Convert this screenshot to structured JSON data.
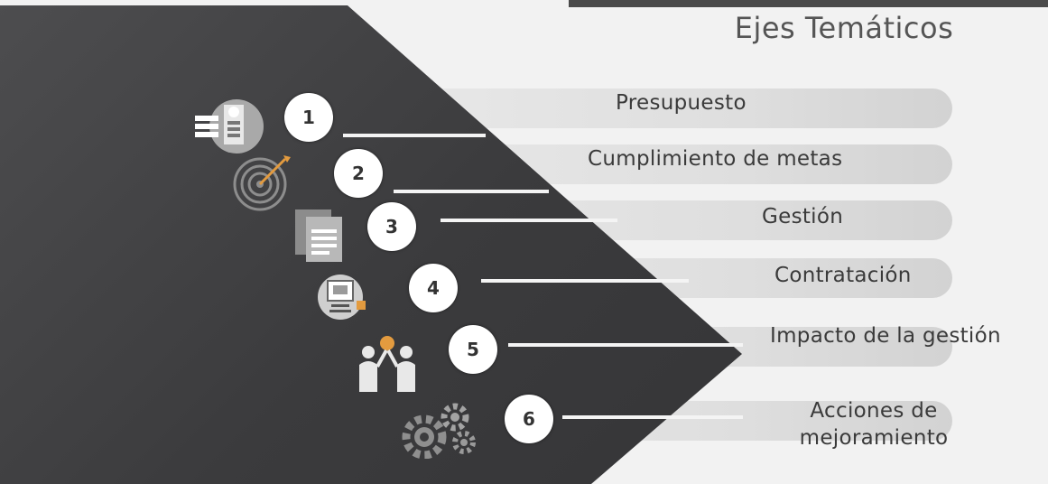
{
  "title": "Ejes Temáticos",
  "items": [
    {
      "number": "1",
      "label": "Presupuesto",
      "icon": "budget-document-icon"
    },
    {
      "number": "2",
      "label": "Cumplimiento de metas",
      "icon": "target-icon"
    },
    {
      "number": "3",
      "label": "Gestión",
      "icon": "documents-icon"
    },
    {
      "number": "4",
      "label": "Contratación",
      "icon": "contract-presentation-icon"
    },
    {
      "number": "5",
      "label": "Impacto de la gestión",
      "icon": "people-teamwork-icon"
    },
    {
      "number": "6",
      "label": "Acciones de mejoramiento",
      "icon": "gears-icon"
    }
  ],
  "colors": {
    "dark_panel": "#3b3b3d",
    "light_background": "#f2f2f2",
    "text": "#3a3a3a",
    "accent_orange": "#e39b3f"
  }
}
